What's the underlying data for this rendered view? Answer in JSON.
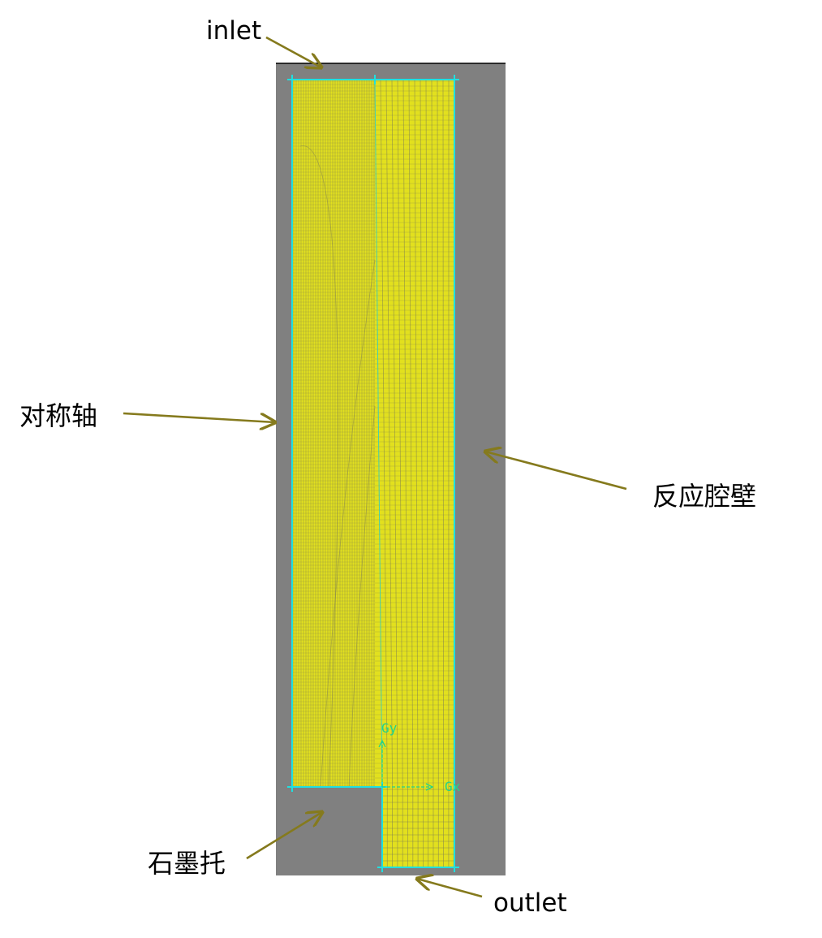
{
  "labels": {
    "inlet": "inlet",
    "axis": "对称轴",
    "wall": "反应腔壁",
    "holder": "石墨托",
    "outlet": "outlet"
  },
  "axis_glyphs": {
    "y": "Gy",
    "x": "Gx"
  },
  "colors": {
    "viewport_bg": "#808080",
    "mesh_fill": "#e2e01e",
    "mesh_line": "#7e7e52",
    "boundary": "#1fe0e0",
    "arrow": "#857a1d",
    "axis_triad": "#22d48a"
  }
}
